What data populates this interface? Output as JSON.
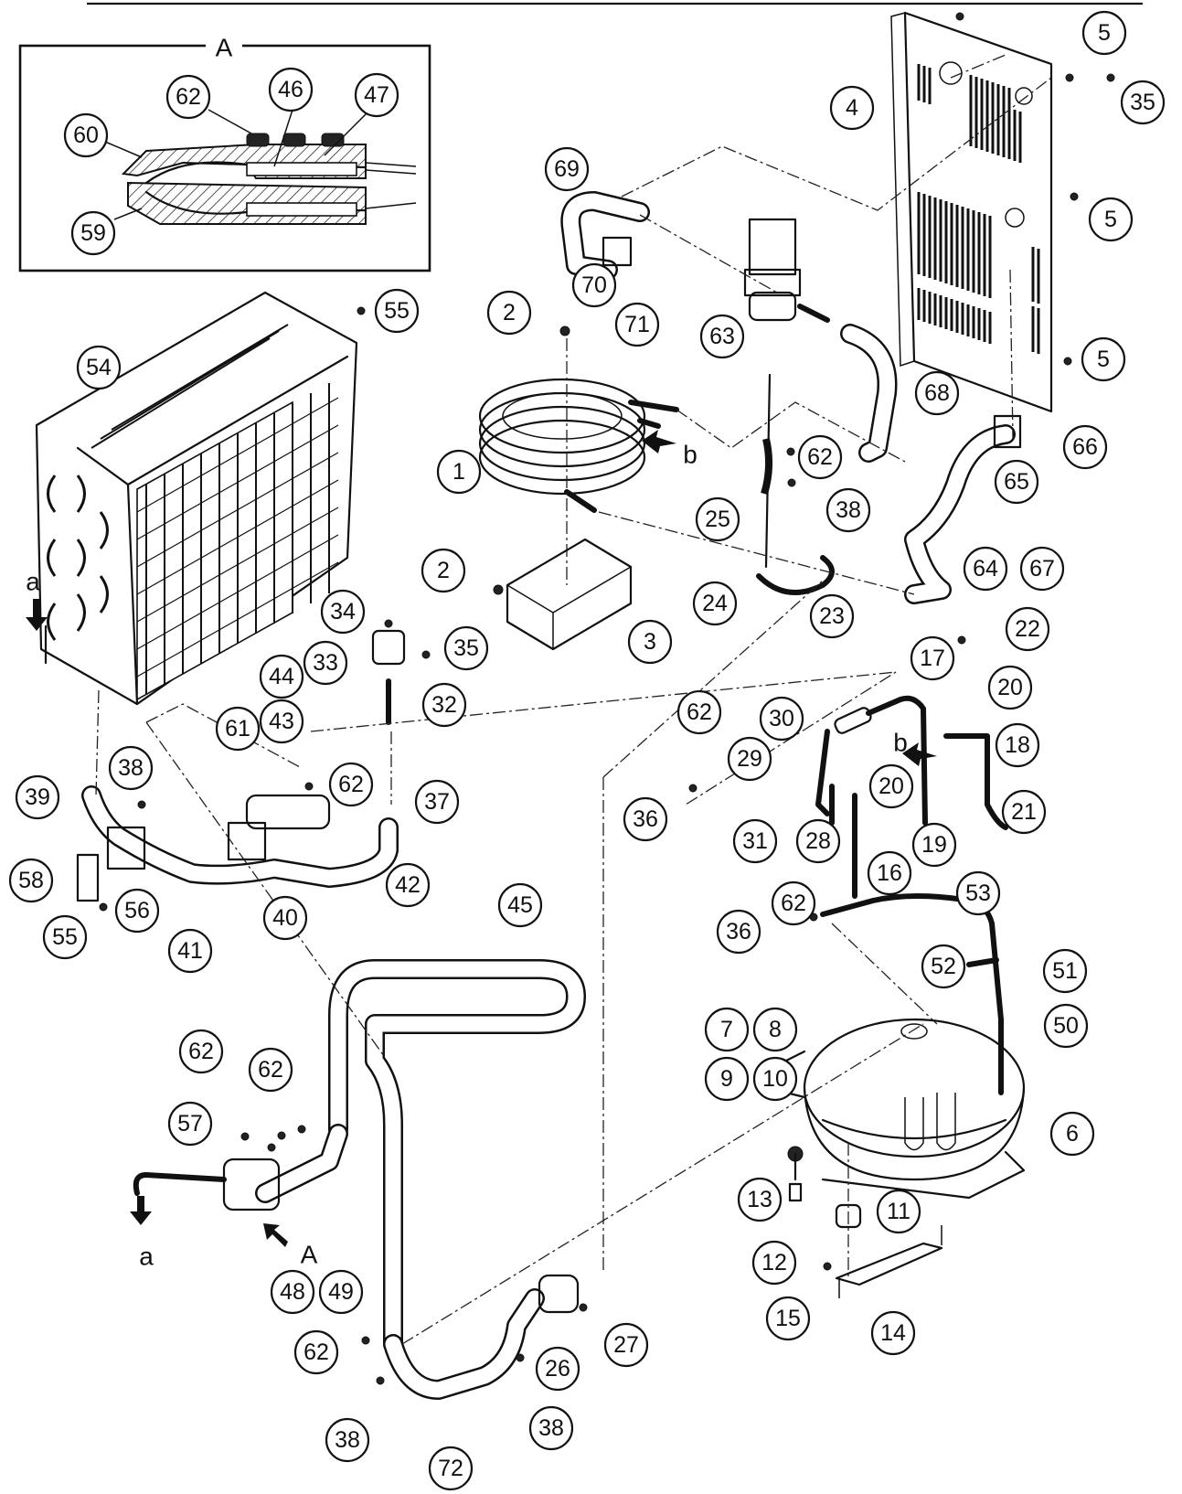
{
  "inset": {
    "title": "A",
    "callouts": [
      "62",
      "46",
      "47",
      "60",
      "59"
    ]
  },
  "view_markers": {
    "a": "a",
    "b": "b",
    "A": "A"
  },
  "callouts": [
    {
      "id": "c5a",
      "label": "5"
    },
    {
      "id": "c35a",
      "label": "35"
    },
    {
      "id": "c4",
      "label": "4"
    },
    {
      "id": "c69",
      "label": "69"
    },
    {
      "id": "c5b",
      "label": "5"
    },
    {
      "id": "c70",
      "label": "70"
    },
    {
      "id": "c71",
      "label": "71"
    },
    {
      "id": "c63",
      "label": "63"
    },
    {
      "id": "c5c",
      "label": "5"
    },
    {
      "id": "c55a",
      "label": "55"
    },
    {
      "id": "c2a",
      "label": "2"
    },
    {
      "id": "c54",
      "label": "54"
    },
    {
      "id": "c68",
      "label": "68"
    },
    {
      "id": "c66",
      "label": "66"
    },
    {
      "id": "c1",
      "label": "1"
    },
    {
      "id": "c62a",
      "label": "62"
    },
    {
      "id": "c65",
      "label": "65"
    },
    {
      "id": "c38a",
      "label": "38"
    },
    {
      "id": "c25",
      "label": "25"
    },
    {
      "id": "c64",
      "label": "64"
    },
    {
      "id": "c67",
      "label": "67"
    },
    {
      "id": "c2b",
      "label": "2"
    },
    {
      "id": "c24",
      "label": "24"
    },
    {
      "id": "c23",
      "label": "23"
    },
    {
      "id": "c34",
      "label": "34"
    },
    {
      "id": "c3",
      "label": "3"
    },
    {
      "id": "c33",
      "label": "33"
    },
    {
      "id": "c35b",
      "label": "35"
    },
    {
      "id": "c22",
      "label": "22"
    },
    {
      "id": "c17",
      "label": "17"
    },
    {
      "id": "c44",
      "label": "44"
    },
    {
      "id": "c20a",
      "label": "20"
    },
    {
      "id": "c43",
      "label": "43"
    },
    {
      "id": "c32",
      "label": "32"
    },
    {
      "id": "c30",
      "label": "30"
    },
    {
      "id": "c61",
      "label": "61"
    },
    {
      "id": "c29",
      "label": "29"
    },
    {
      "id": "c18",
      "label": "18"
    },
    {
      "id": "c62b",
      "label": "62"
    },
    {
      "id": "c38b",
      "label": "38"
    },
    {
      "id": "c62c",
      "label": "62"
    },
    {
      "id": "c39",
      "label": "39"
    },
    {
      "id": "c37",
      "label": "37"
    },
    {
      "id": "c20b",
      "label": "20"
    },
    {
      "id": "c21",
      "label": "21"
    },
    {
      "id": "c36a",
      "label": "36"
    },
    {
      "id": "c31",
      "label": "31"
    },
    {
      "id": "c28",
      "label": "28"
    },
    {
      "id": "c19",
      "label": "19"
    },
    {
      "id": "c16",
      "label": "16"
    },
    {
      "id": "c58",
      "label": "58"
    },
    {
      "id": "c42",
      "label": "42"
    },
    {
      "id": "c45",
      "label": "45"
    },
    {
      "id": "c53",
      "label": "53"
    },
    {
      "id": "c62d",
      "label": "62"
    },
    {
      "id": "c56",
      "label": "56"
    },
    {
      "id": "c40",
      "label": "40"
    },
    {
      "id": "c55b",
      "label": "55"
    },
    {
      "id": "c41",
      "label": "41"
    },
    {
      "id": "c36b",
      "label": "36"
    },
    {
      "id": "c52",
      "label": "52"
    },
    {
      "id": "c51",
      "label": "51"
    },
    {
      "id": "c7",
      "label": "7"
    },
    {
      "id": "c8",
      "label": "8"
    },
    {
      "id": "c50",
      "label": "50"
    },
    {
      "id": "c62e",
      "label": "62"
    },
    {
      "id": "c9",
      "label": "9"
    },
    {
      "id": "c10",
      "label": "10"
    },
    {
      "id": "c62f",
      "label": "62"
    },
    {
      "id": "c6",
      "label": "6"
    },
    {
      "id": "c57",
      "label": "57"
    },
    {
      "id": "c13",
      "label": "13"
    },
    {
      "id": "c11",
      "label": "11"
    },
    {
      "id": "c12",
      "label": "12"
    },
    {
      "id": "c48",
      "label": "48"
    },
    {
      "id": "c49",
      "label": "49"
    },
    {
      "id": "c15",
      "label": "15"
    },
    {
      "id": "c14",
      "label": "14"
    },
    {
      "id": "c27",
      "label": "27"
    },
    {
      "id": "c62g",
      "label": "62"
    },
    {
      "id": "c26",
      "label": "26"
    },
    {
      "id": "c38c",
      "label": "38"
    },
    {
      "id": "c38d",
      "label": "38"
    },
    {
      "id": "c72",
      "label": "72"
    }
  ]
}
